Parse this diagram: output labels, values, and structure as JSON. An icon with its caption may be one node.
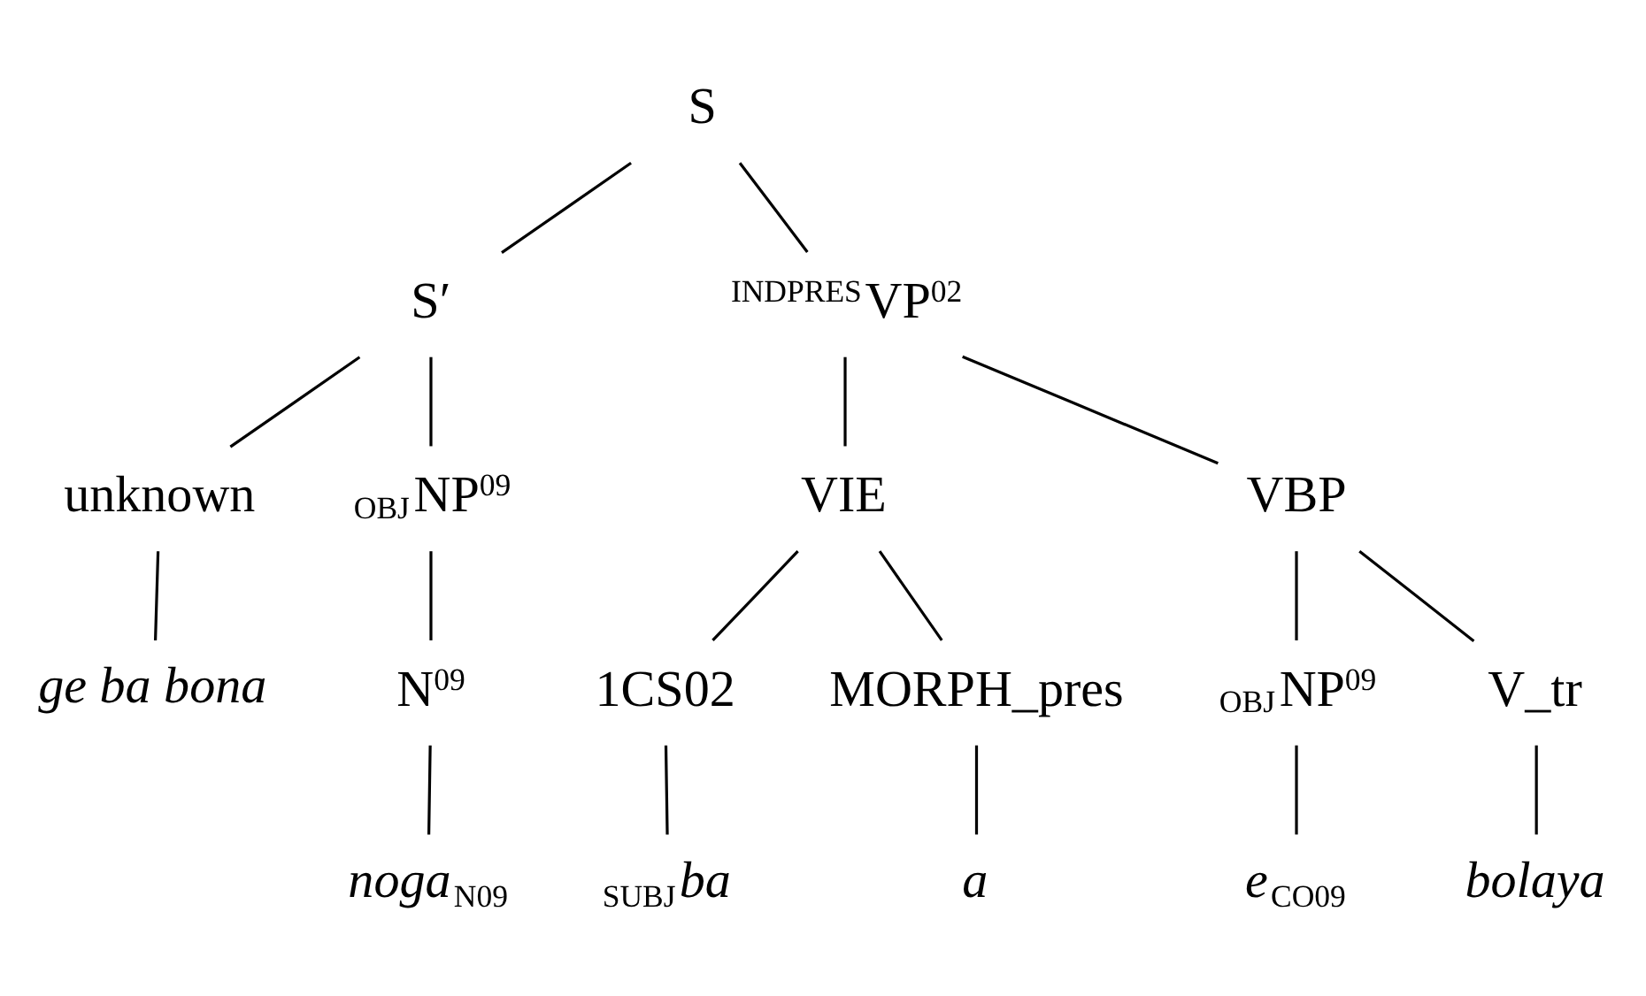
{
  "diagram": {
    "nodes": [
      {
        "text": [
          "S"
        ]
      },
      {
        "text": [
          "S′"
        ]
      },
      {
        "text": [
          "$^{INDPRES}$VP$^{02}$"
        ]
      },
      {
        "text": [
          "unknown"
        ]
      },
      {
        "text": [
          "$_{OBJ}$NP$^{09}$"
        ]
      },
      {
        "text": [
          "*ge ba bona*"
        ]
      },
      {
        "text": [
          "N$^{09}$"
        ]
      },
      {
        "text": [
          "*noga*$_{N09}$"
        ]
      },
      {
        "text": [
          "VIE"
        ]
      },
      {
        "text": [
          "VBP"
        ]
      },
      {
        "text": [
          "1CS02"
        ]
      },
      {
        "text": [
          "MORPH_pres"
        ]
      },
      {
        "text": [
          "$_{OBJ}$NP$^{09}$"
        ]
      },
      {
        "text": [
          "V_tr"
        ]
      },
      {
        "text": [
          "$_{SUBJ}$*ba*"
        ]
      },
      {
        "text": [
          "*a*"
        ]
      },
      {
        "text": [
          "*e*$_{CO09}$"
        ]
      },
      {
        "text": [
          "*bolaya*"
        ]
      }
    ],
    "edges": [
      {
        "from": 0,
        "to": 1,
        "arrow": "none"
      },
      {
        "from": 0,
        "to": 2,
        "arrow": "none"
      },
      {
        "from": 1,
        "to": 3,
        "arrow": "none"
      },
      {
        "from": 1,
        "to": 4,
        "arrow": "none"
      },
      {
        "from": 3,
        "to": 5,
        "arrow": "none"
      },
      {
        "from": 4,
        "to": 6,
        "arrow": "none"
      },
      {
        "from": 6,
        "to": 7,
        "arrow": "none"
      },
      {
        "from": 2,
        "to": 8,
        "arrow": "none"
      },
      {
        "from": 2,
        "to": 9,
        "arrow": "none"
      },
      {
        "from": 8,
        "to": 10,
        "arrow": "none"
      },
      {
        "from": 8,
        "to": 11,
        "arrow": "none"
      },
      {
        "from": 9,
        "to": 12,
        "arrow": "none"
      },
      {
        "from": 9,
        "to": 13,
        "arrow": "none"
      },
      {
        "from": 10,
        "to": 14,
        "arrow": "none"
      },
      {
        "from": 11,
        "to": 15,
        "arrow": "none"
      },
      {
        "from": 12,
        "to": 16,
        "arrow": "none"
      },
      {
        "from": 13,
        "to": 17,
        "arrow": "none"
      }
    ]
  }
}
